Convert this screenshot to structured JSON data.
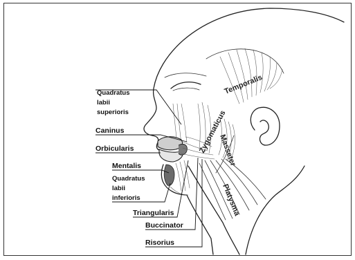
{
  "labels": {
    "quadratus_superioris": [
      "Quadratus",
      "labii",
      "superioris"
    ],
    "caninus": "Caninus",
    "orbicularis": "Orbicularis",
    "mentalis": "Mentalis",
    "quadratus_inferioris": [
      "Quadratus",
      "labii",
      "inferioris"
    ],
    "triangularis": "Triangularis",
    "buccinator": "Buccinator",
    "risorius": "Risorius",
    "temporalis": "Temporalis",
    "zygomaticus": "Zygomaticus",
    "masseter": "Masseter",
    "platysma": "Platysma"
  }
}
